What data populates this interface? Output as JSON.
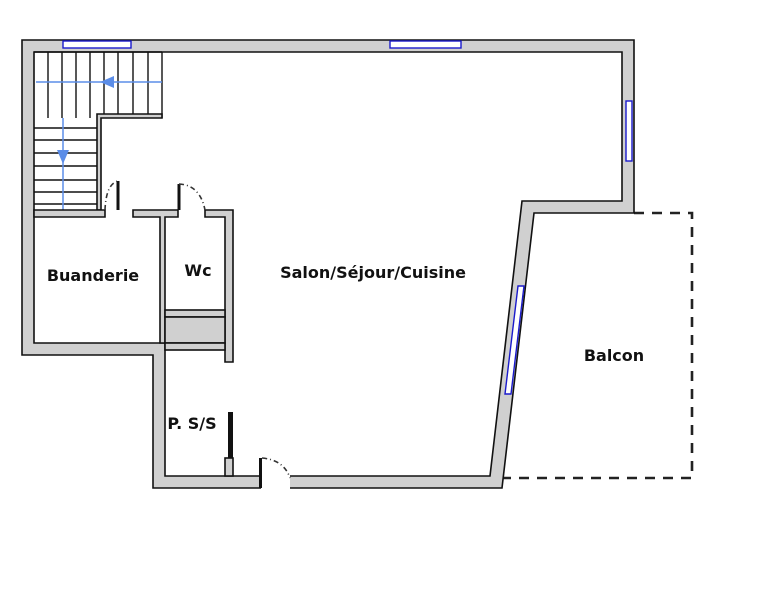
{
  "plan": {
    "rooms": [
      {
        "id": "buanderie",
        "label": "Buanderie"
      },
      {
        "id": "wc",
        "label": "Wc"
      },
      {
        "id": "salon",
        "label": "Salon/Séjour/Cuisine"
      },
      {
        "id": "balcon",
        "label": "Balcon"
      },
      {
        "id": "pss",
        "label": "P. S/S"
      }
    ],
    "colors": {
      "wall": "#d0d0d0",
      "window": "#1a1acc",
      "stair_arrow": "#5b8de8"
    }
  }
}
